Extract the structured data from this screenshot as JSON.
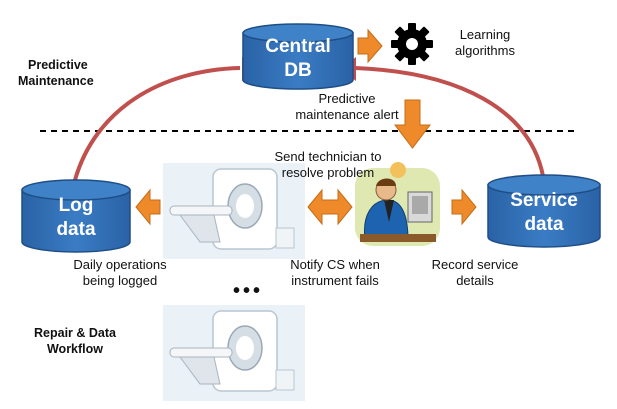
{
  "nodes": {
    "central_db": {
      "line1": "Central",
      "line2": "DB"
    },
    "log_data": {
      "line1": "Log",
      "line2": "data"
    },
    "service_data": {
      "line1": "Service",
      "line2": "data"
    }
  },
  "labels": {
    "predictive_maintenance": {
      "line1": "Predictive",
      "line2": "Maintenance"
    },
    "repair_workflow": {
      "line1": "Repair & Data",
      "line2": "Workflow"
    },
    "learning_algorithms": {
      "line1": "Learning",
      "line2": "algorithms"
    },
    "predictive_alert": {
      "line1": "Predictive",
      "line2": "maintenance alert"
    },
    "send_technician": {
      "line1": "Send technician to",
      "line2": "resolve problem"
    },
    "daily_operations": {
      "line1": "Daily operations",
      "line2": "being logged"
    },
    "notify_cs": {
      "line1": "Notify CS when",
      "line2": "instrument fails"
    },
    "record_service": {
      "line1": "Record service",
      "line2": "details"
    },
    "ellipsis": "•••"
  },
  "icons": [
    "gear-icon",
    "technician-icon",
    "ct-scanner-icon"
  ],
  "colors": {
    "cylinder": "#2e6db4",
    "arrow": "#ee8a2a",
    "loop_arrow": "#c0504d",
    "gear": "#000000"
  }
}
